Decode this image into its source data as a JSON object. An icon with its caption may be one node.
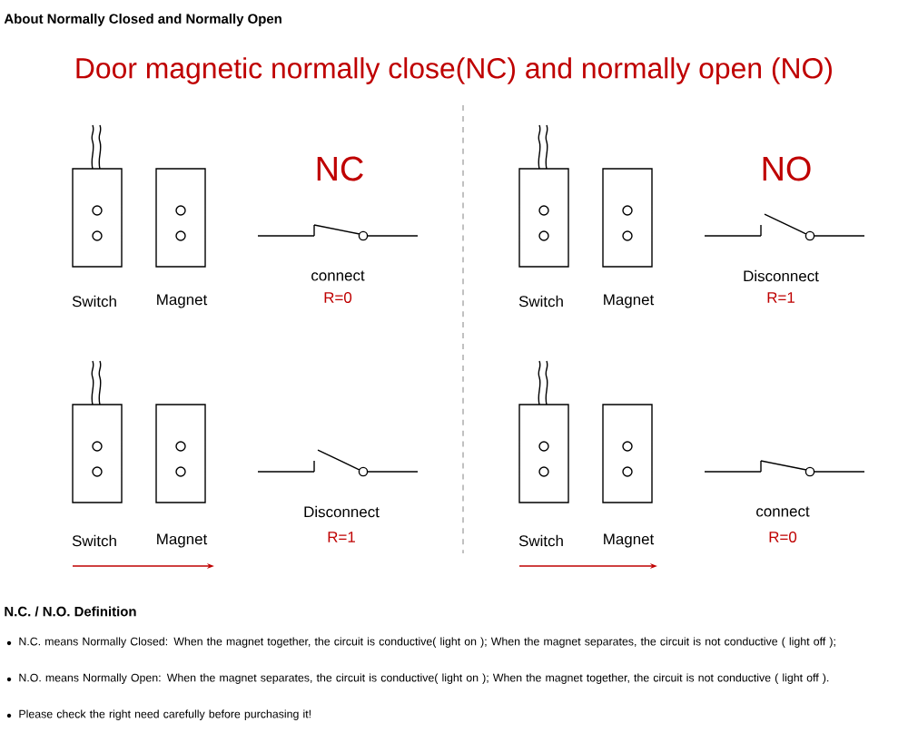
{
  "diagram": {
    "title": "About Normally Closed and Normally Open",
    "labels": [
      "Door magnetic normally close(NC) and normally open (NO)",
      "NC",
      "NO",
      "Switch",
      "Magnet",
      "connect",
      "R=0",
      "Switch",
      "Magnet",
      "Disconnect",
      "R=1",
      "Switch",
      "Magnet",
      "Disconnect",
      "R=1",
      "Switch",
      "Magnet",
      "connect",
      "R=0",
      "N.C. / N.O. Definition",
      "N.C. means Normally Closed: When the magnet together, the circuit is conductive( light on ); When the magnet separates, the circuit is not conductive ( light off );",
      "N.O. means Normally Open: When the magnet separates, the circuit is conductive( light on ); When the magnet together, the circuit is not conductive ( light off ).",
      "Please check the right need carefully before purchasing it!"
    ]
  }
}
